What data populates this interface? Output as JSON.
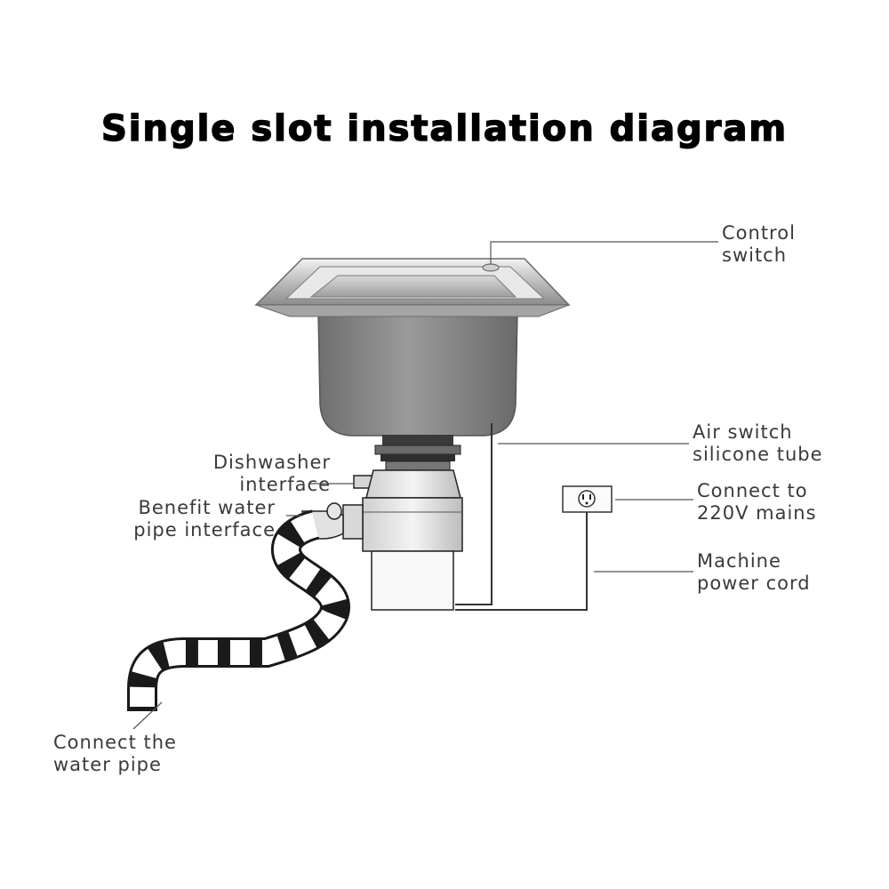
{
  "title": "Single slot installation diagram",
  "labels": {
    "control_switch": [
      "Control",
      "switch"
    ],
    "air_switch": [
      "Air switch",
      "silicone tube"
    ],
    "mains": [
      "Connect to",
      "220V mains"
    ],
    "power_cord": [
      "Machine",
      "power cord"
    ],
    "dishwasher": [
      "Dishwasher",
      "interface"
    ],
    "benefit": [
      "Benefit water",
      "pipe interface"
    ],
    "water_pipe": [
      "Connect the",
      "water pipe"
    ]
  }
}
